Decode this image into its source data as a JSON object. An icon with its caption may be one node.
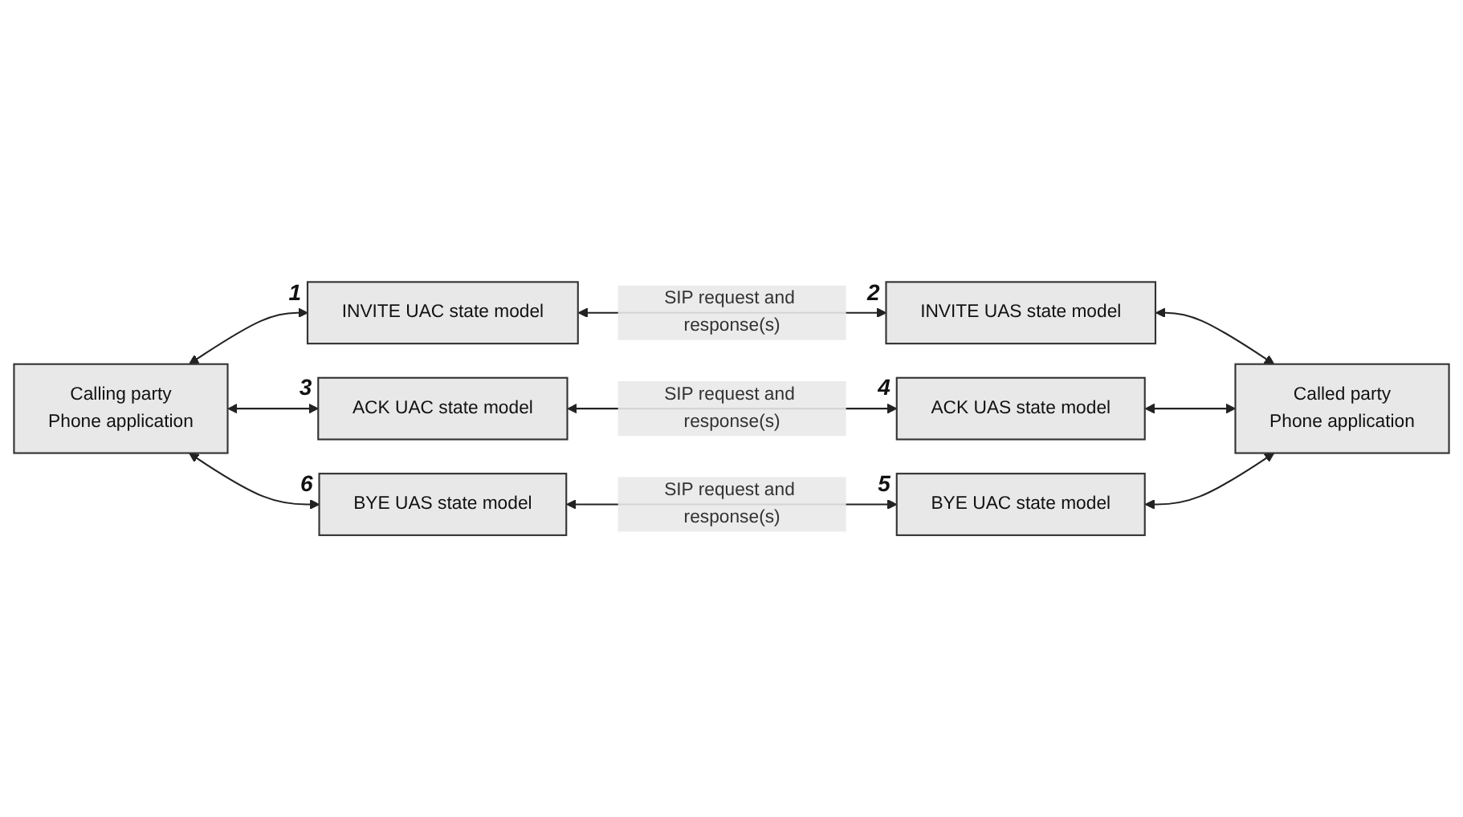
{
  "diagram": {
    "nodes": [
      {
        "text": [
          "Calling party",
          "Phone application"
        ]
      },
      {
        "text": [
          "Called party",
          "Phone application"
        ]
      },
      {
        "text": [
          "INVITE UAC state model"
        ],
        "beside": [
          "1"
        ]
      },
      {
        "text": [
          "INVITE UAS state model"
        ],
        "beside": [
          "2"
        ]
      },
      {
        "text": [
          "ACK UAC state model"
        ],
        "beside": [
          "3"
        ]
      },
      {
        "text": [
          "ACK UAS state model"
        ],
        "beside": [
          "4"
        ]
      },
      {
        "text": [
          "BYE UAS state model"
        ],
        "beside": [
          "6"
        ]
      },
      {
        "text": [
          "BYE UAC state model"
        ],
        "beside": [
          "5"
        ]
      }
    ],
    "edges": [
      {
        "from": 0,
        "to": 2,
        "arrow": "both"
      },
      {
        "from": 2,
        "to": 3,
        "arrow": "both",
        "label": "SIP request and response(s)"
      },
      {
        "from": 3,
        "to": 1,
        "arrow": "both"
      },
      {
        "from": 0,
        "to": 4,
        "arrow": "both"
      },
      {
        "from": 4,
        "to": 5,
        "arrow": "both",
        "label": "SIP request and response(s)"
      },
      {
        "from": 5,
        "to": 1,
        "arrow": "both"
      },
      {
        "from": 0,
        "to": 6,
        "arrow": "both"
      },
      {
        "from": 6,
        "to": 7,
        "arrow": "both",
        "label": "SIP request and response(s)"
      },
      {
        "from": 7,
        "to": 1,
        "arrow": "both"
      }
    ]
  }
}
